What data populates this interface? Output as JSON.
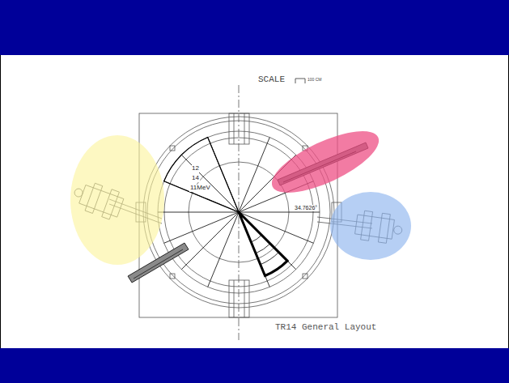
{
  "diagram": {
    "labels": [
      "SCALE",
      "100 CM",
      "12",
      "14",
      "11MeV",
      "34.7626°",
      "TR14 General Layout"
    ]
  }
}
